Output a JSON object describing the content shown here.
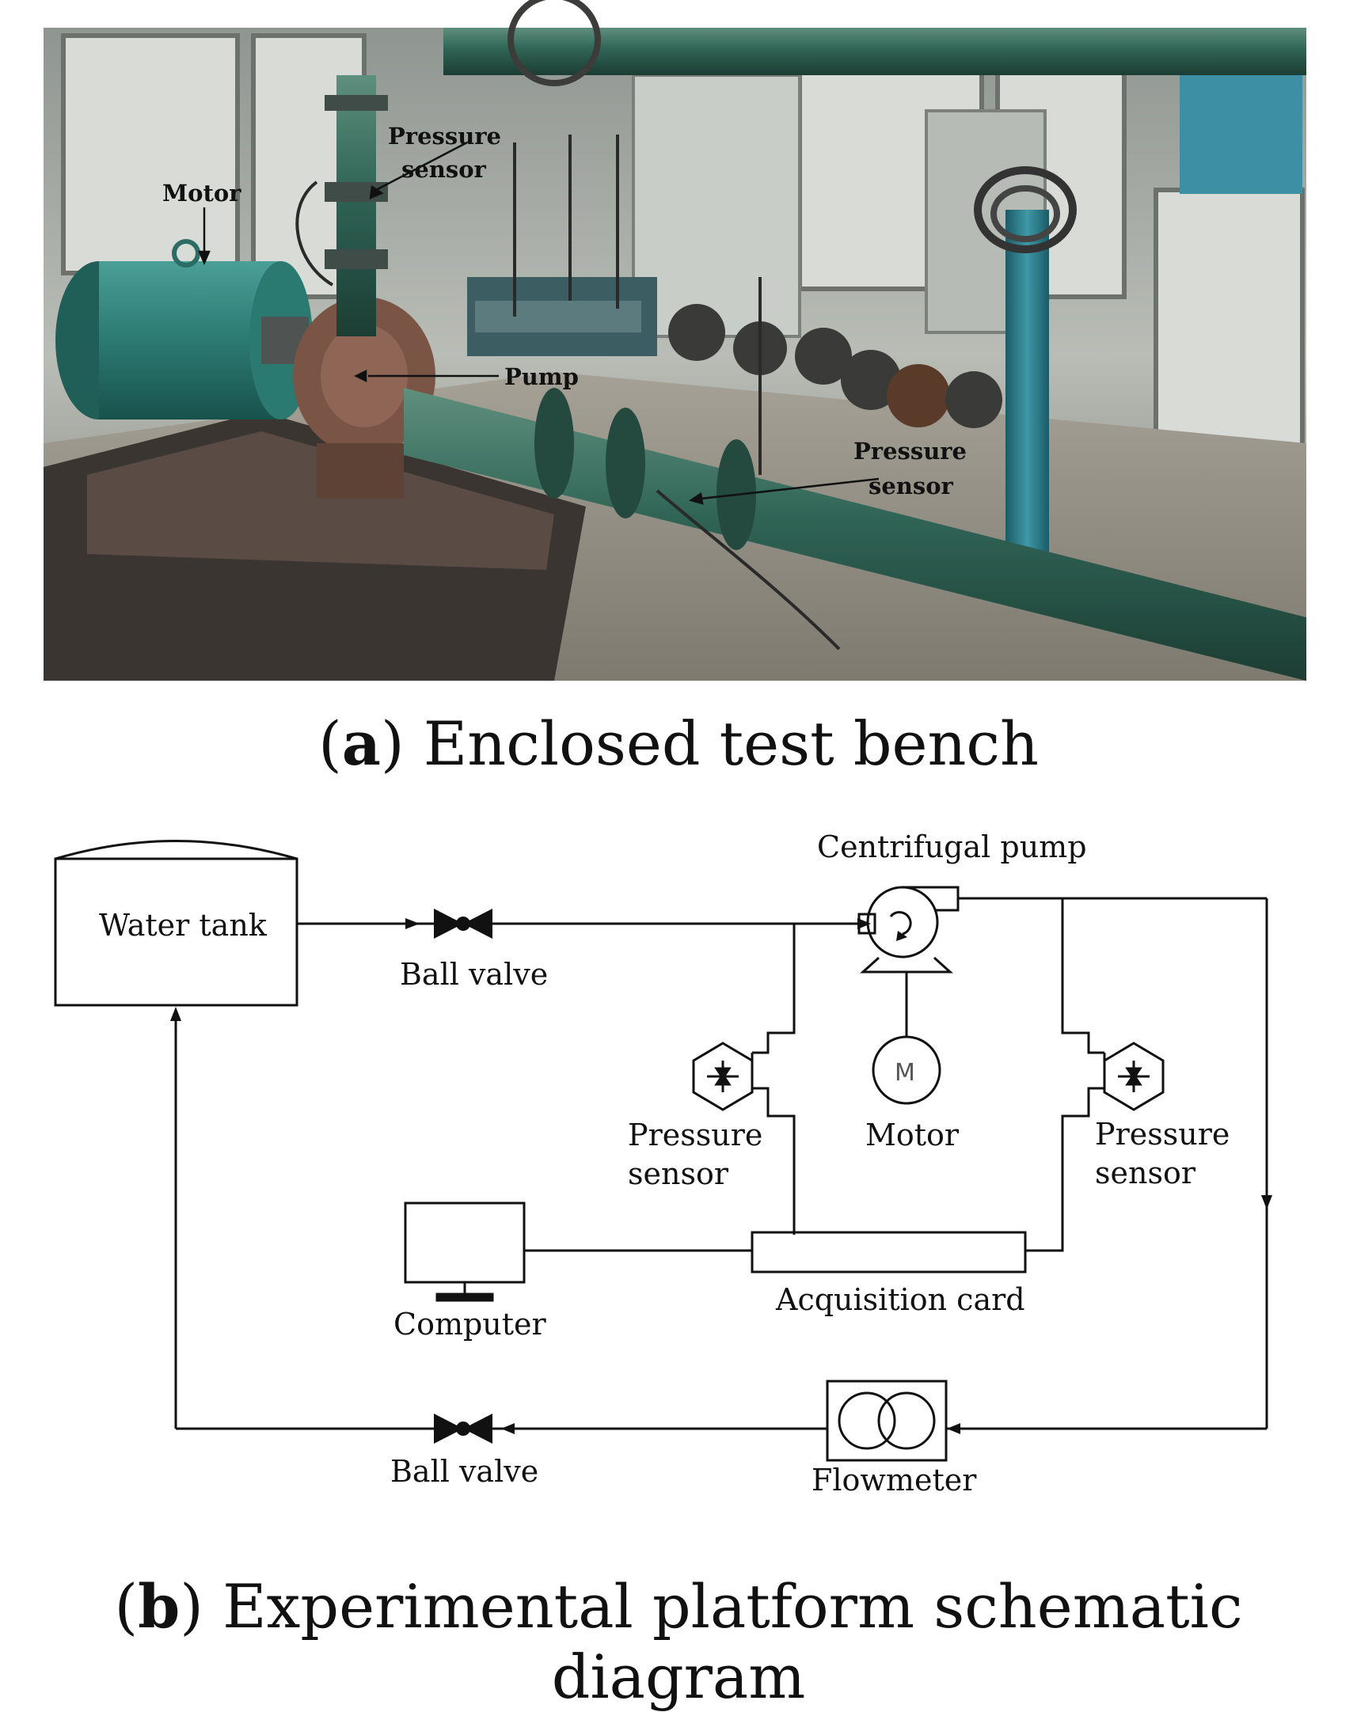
{
  "photo": {
    "labels": {
      "motor": "Motor",
      "pressure_sensor_top_1": "Pressure",
      "pressure_sensor_top_2": "sensor",
      "pump": "Pump",
      "pressure_sensor_right_1": "Pressure",
      "pressure_sensor_right_2": "sensor"
    }
  },
  "captions": {
    "a_letter": "a",
    "a_text": " Enclosed test bench",
    "b_letter": "b",
    "b_text": " Experimental platform schematic diagram"
  },
  "diagram": {
    "labels": {
      "water_tank": "Water tank",
      "ball_valve_top": "Ball valve",
      "centrifugal_pump": "Centrifugal pump",
      "motor_symbol": "M",
      "motor": "Motor",
      "pressure_sensor_left_1": "Pressure",
      "pressure_sensor_left_2": "sensor",
      "pressure_sensor_right_1": "Pressure",
      "pressure_sensor_right_2": "sensor",
      "computer": "Computer",
      "acquisition_card": "Acquisition card",
      "flowmeter": "Flowmeter",
      "ball_valve_bottom": "Ball valve"
    }
  }
}
